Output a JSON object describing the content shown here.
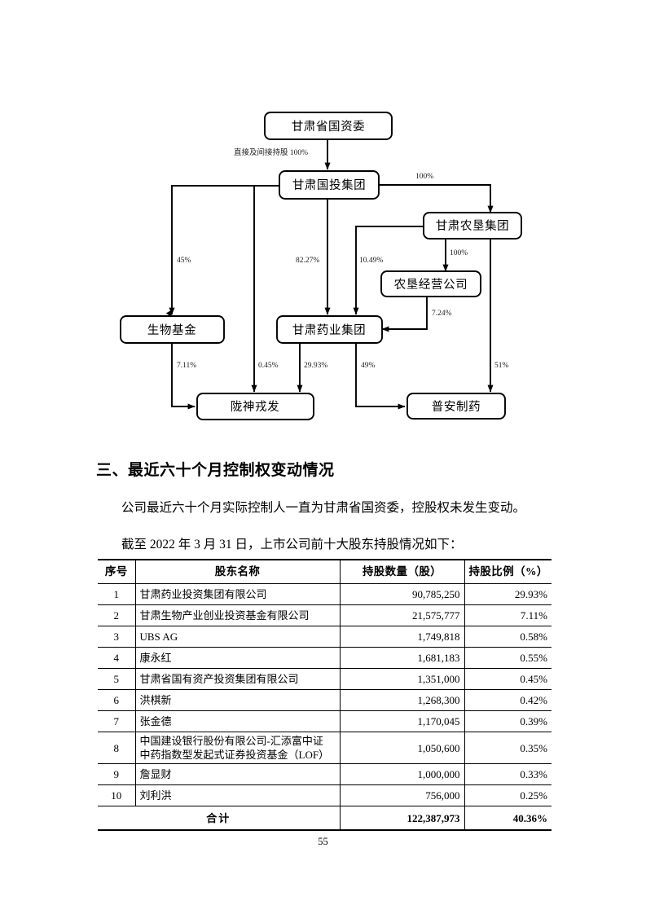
{
  "document": {
    "page_number": "55"
  },
  "diagram": {
    "name": "ownership-structure-chart",
    "nodes": [
      {
        "id": "sasac",
        "label": "甘肃省国资委"
      },
      {
        "id": "gttz",
        "label": "甘肃国投集团"
      },
      {
        "id": "nongken",
        "label": "甘肃农垦集团"
      },
      {
        "id": "nkjy",
        "label": "农垦经营公司"
      },
      {
        "id": "swjj",
        "label": "生物基金"
      },
      {
        "id": "yaoye",
        "label": "甘肃药业集团"
      },
      {
        "id": "longshen",
        "label": "陇神戎发"
      },
      {
        "id": "puan",
        "label": "普安制药"
      }
    ],
    "edges": [
      {
        "from": "sasac",
        "to": "gttz",
        "label": "直接及间接持股 100%"
      },
      {
        "from": "gttz",
        "to": "nongken",
        "label": "100%"
      },
      {
        "from": "gttz",
        "to": "swjj",
        "label": "45%"
      },
      {
        "from": "gttz",
        "to": "yaoye",
        "label": "82.27%"
      },
      {
        "from": "gttz",
        "to": "longshen",
        "label": "0.45%"
      },
      {
        "from": "nongken",
        "to": "nkjy",
        "label": "100%"
      },
      {
        "from": "nongken",
        "to": "yaoye",
        "label": "10.49%"
      },
      {
        "from": "nongken",
        "to": "puan",
        "label": "51%"
      },
      {
        "from": "nkjy",
        "to": "yaoye",
        "label": "7.24%"
      },
      {
        "from": "swjj",
        "to": "longshen",
        "label": "7.11%"
      },
      {
        "from": "yaoye",
        "to": "longshen",
        "label": "29.93%"
      },
      {
        "from": "yaoye",
        "to": "puan",
        "label": "49%"
      }
    ]
  },
  "section": {
    "heading": "三、最近六十个月控制权变动情况",
    "paragraph_1": "公司最近六十个月实际控制人一直为甘肃省国资委，控股权未发生变动。",
    "paragraph_2": "截至 2022 年 3 月 31 日，上市公司前十大股东持股情况如下："
  },
  "table": {
    "headers": {
      "index": "序号",
      "name": "股东名称",
      "quantity": "持股数量（股）",
      "percent": "持股比例（%）"
    },
    "rows": [
      {
        "index": "1",
        "name": "甘肃药业投资集团有限公司",
        "quantity": "90,785,250",
        "percent": "29.93%"
      },
      {
        "index": "2",
        "name": "甘肃生物产业创业投资基金有限公司",
        "quantity": "21,575,777",
        "percent": "7.11%"
      },
      {
        "index": "3",
        "name": "UBS AG",
        "quantity": "1,749,818",
        "percent": "0.58%"
      },
      {
        "index": "4",
        "name": "康永红",
        "quantity": "1,681,183",
        "percent": "0.55%"
      },
      {
        "index": "5",
        "name": "甘肃省国有资产投资集团有限公司",
        "quantity": "1,351,000",
        "percent": "0.45%"
      },
      {
        "index": "6",
        "name": "洪棋新",
        "quantity": "1,268,300",
        "percent": "0.42%"
      },
      {
        "index": "7",
        "name": "张金德",
        "quantity": "1,170,045",
        "percent": "0.39%"
      },
      {
        "index": "8",
        "name": "中国建设银行股份有限公司-汇添富中证中药指数型发起式证券投资基金（LOF）",
        "name_line_1": "中国建设银行股份有限公司-汇添富中证",
        "name_line_2": "中药指数型发起式证券投资基金（LOF）",
        "quantity": "1,050,600",
        "percent": "0.35%"
      },
      {
        "index": "9",
        "name": "詹显财",
        "quantity": "1,000,000",
        "percent": "0.33%"
      },
      {
        "index": "10",
        "name": "刘利洪",
        "quantity": "756,000",
        "percent": "0.25%"
      }
    ],
    "total": {
      "label": "合计",
      "quantity": "122,387,973",
      "percent": "40.36%"
    }
  }
}
